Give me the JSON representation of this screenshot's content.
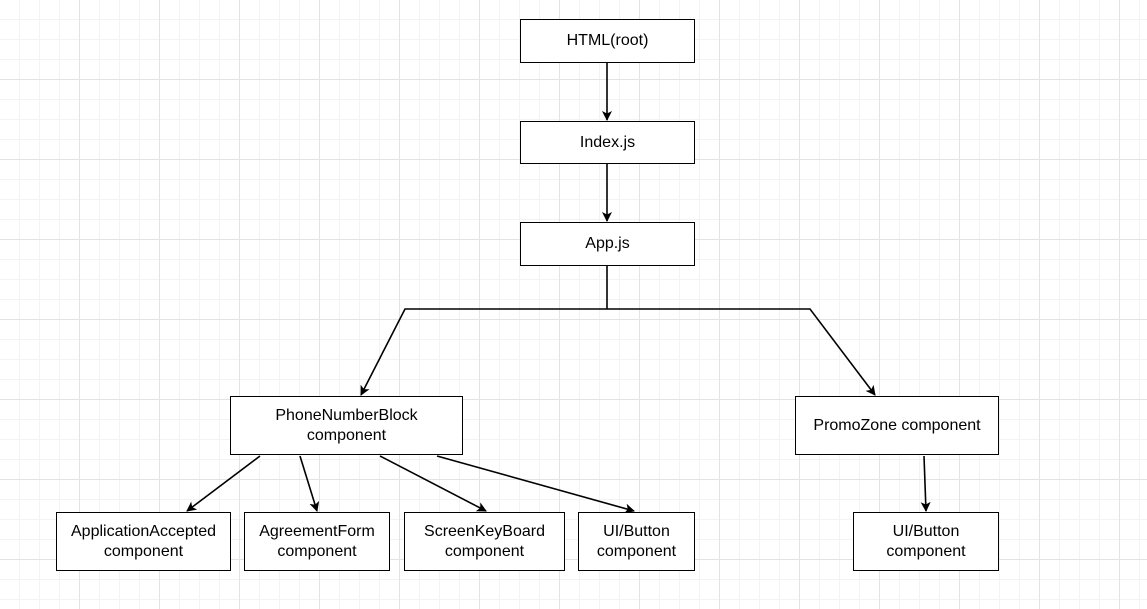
{
  "diagram": {
    "nodes": {
      "html_root": {
        "label": "HTML(root)"
      },
      "index_js": {
        "label": "Index.js"
      },
      "app_js": {
        "label": "App.js"
      },
      "phone_number_block": {
        "label": "PhoneNumberBlock\ncomponent"
      },
      "promo_zone": {
        "label": "PromoZone component"
      },
      "application_accepted": {
        "label": "ApplicationAccepted\ncomponent"
      },
      "agreement_form": {
        "label": "AgreementForm\ncomponent"
      },
      "screen_keyboard": {
        "label": "ScreenKeyBoard\ncomponent"
      },
      "ui_button_phone": {
        "label": "UI/Button\ncomponent"
      },
      "ui_button_promo": {
        "label": "UI/Button\ncomponent"
      }
    },
    "edges": [
      {
        "from": "HTML(root)",
        "to": "Index.js"
      },
      {
        "from": "Index.js",
        "to": "App.js"
      },
      {
        "from": "App.js",
        "to": "PhoneNumberBlock component"
      },
      {
        "from": "App.js",
        "to": "PromoZone component"
      },
      {
        "from": "PhoneNumberBlock component",
        "to": "ApplicationAccepted component"
      },
      {
        "from": "PhoneNumberBlock component",
        "to": "AgreementForm component"
      },
      {
        "from": "PhoneNumberBlock component",
        "to": "ScreenKeyBoard component"
      },
      {
        "from": "PhoneNumberBlock component",
        "to": "UI/Button component"
      },
      {
        "from": "PromoZone component",
        "to": "UI/Button component"
      }
    ],
    "colors": {
      "background": "#ffffff",
      "grid_major": "#e3e3e3",
      "grid_minor": "#f3f3f3",
      "stroke": "#000000",
      "text": "#000000"
    }
  }
}
